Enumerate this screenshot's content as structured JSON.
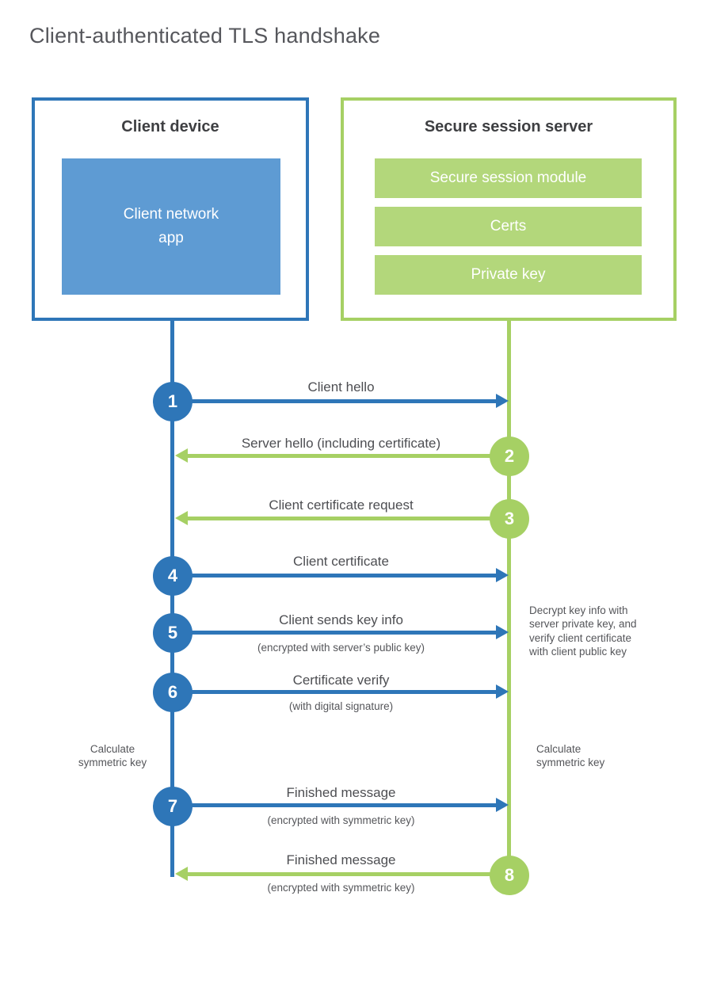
{
  "title": "Client-authenticated TLS handshake",
  "colors": {
    "client_blue": "#2e76b8",
    "client_fill_blue": "#5e9bd3",
    "server_green": "#a6d064",
    "server_fill_green": "#b3d77b",
    "text_dark": "#3e3f42",
    "text_gray": "#55565a"
  },
  "actors": {
    "client": {
      "title": "Client device",
      "module": "Client network\napp"
    },
    "server": {
      "title": "Secure session server",
      "modules": [
        "Secure session module",
        "Certs",
        "Private key"
      ]
    }
  },
  "steps": [
    {
      "number": "1",
      "direction": "client-to-server",
      "label": "Client hello",
      "sublabel": ""
    },
    {
      "number": "2",
      "direction": "server-to-client",
      "label": "Server hello (including certificate)",
      "sublabel": ""
    },
    {
      "number": "3",
      "direction": "server-to-client",
      "label": "Client certificate request",
      "sublabel": ""
    },
    {
      "number": "4",
      "direction": "client-to-server",
      "label": "Client certificate",
      "sublabel": ""
    },
    {
      "number": "5",
      "direction": "client-to-server",
      "label": "Client sends key info",
      "sublabel": "(encrypted with server’s public key)"
    },
    {
      "number": "6",
      "direction": "client-to-server",
      "label": "Certificate verify",
      "sublabel": "(with digital signature)"
    },
    {
      "number": "7",
      "direction": "client-to-server",
      "label": "Finished message",
      "sublabel": "(encrypted with symmetric key)"
    },
    {
      "number": "8",
      "direction": "server-to-client",
      "label": "Finished message",
      "sublabel": "(encrypted with symmetric key)"
    }
  ],
  "side_notes": {
    "left": "Calculate\nsymmetric key",
    "right": "Calculate\nsymmetric key"
  },
  "annotation": "Decrypt key info with\nserver private key, and\nverify client certificate\nwith client public key"
}
